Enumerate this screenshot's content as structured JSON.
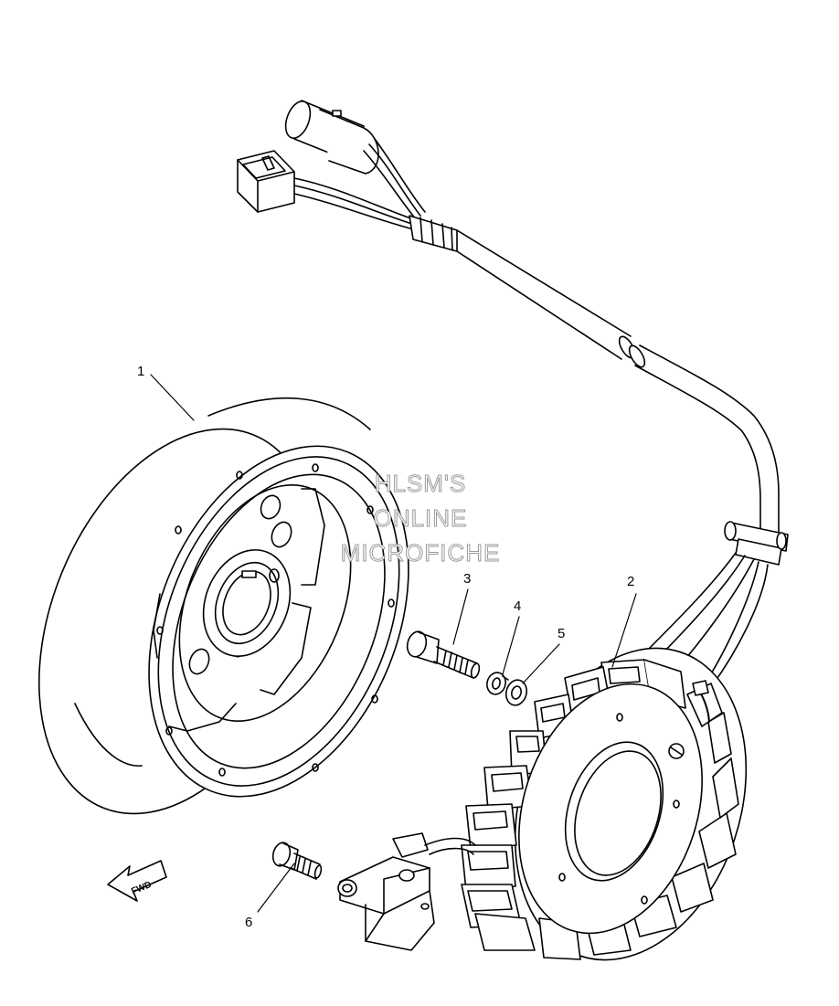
{
  "callouts": {
    "c1": "1",
    "c2": "2",
    "c3": "3",
    "c4": "4",
    "c5": "5",
    "c6": "6"
  },
  "fwd_label": "FWD",
  "watermark": {
    "line1": "HLSM'S",
    "line2": "ONLINE",
    "line3": "MICROFICHE"
  }
}
